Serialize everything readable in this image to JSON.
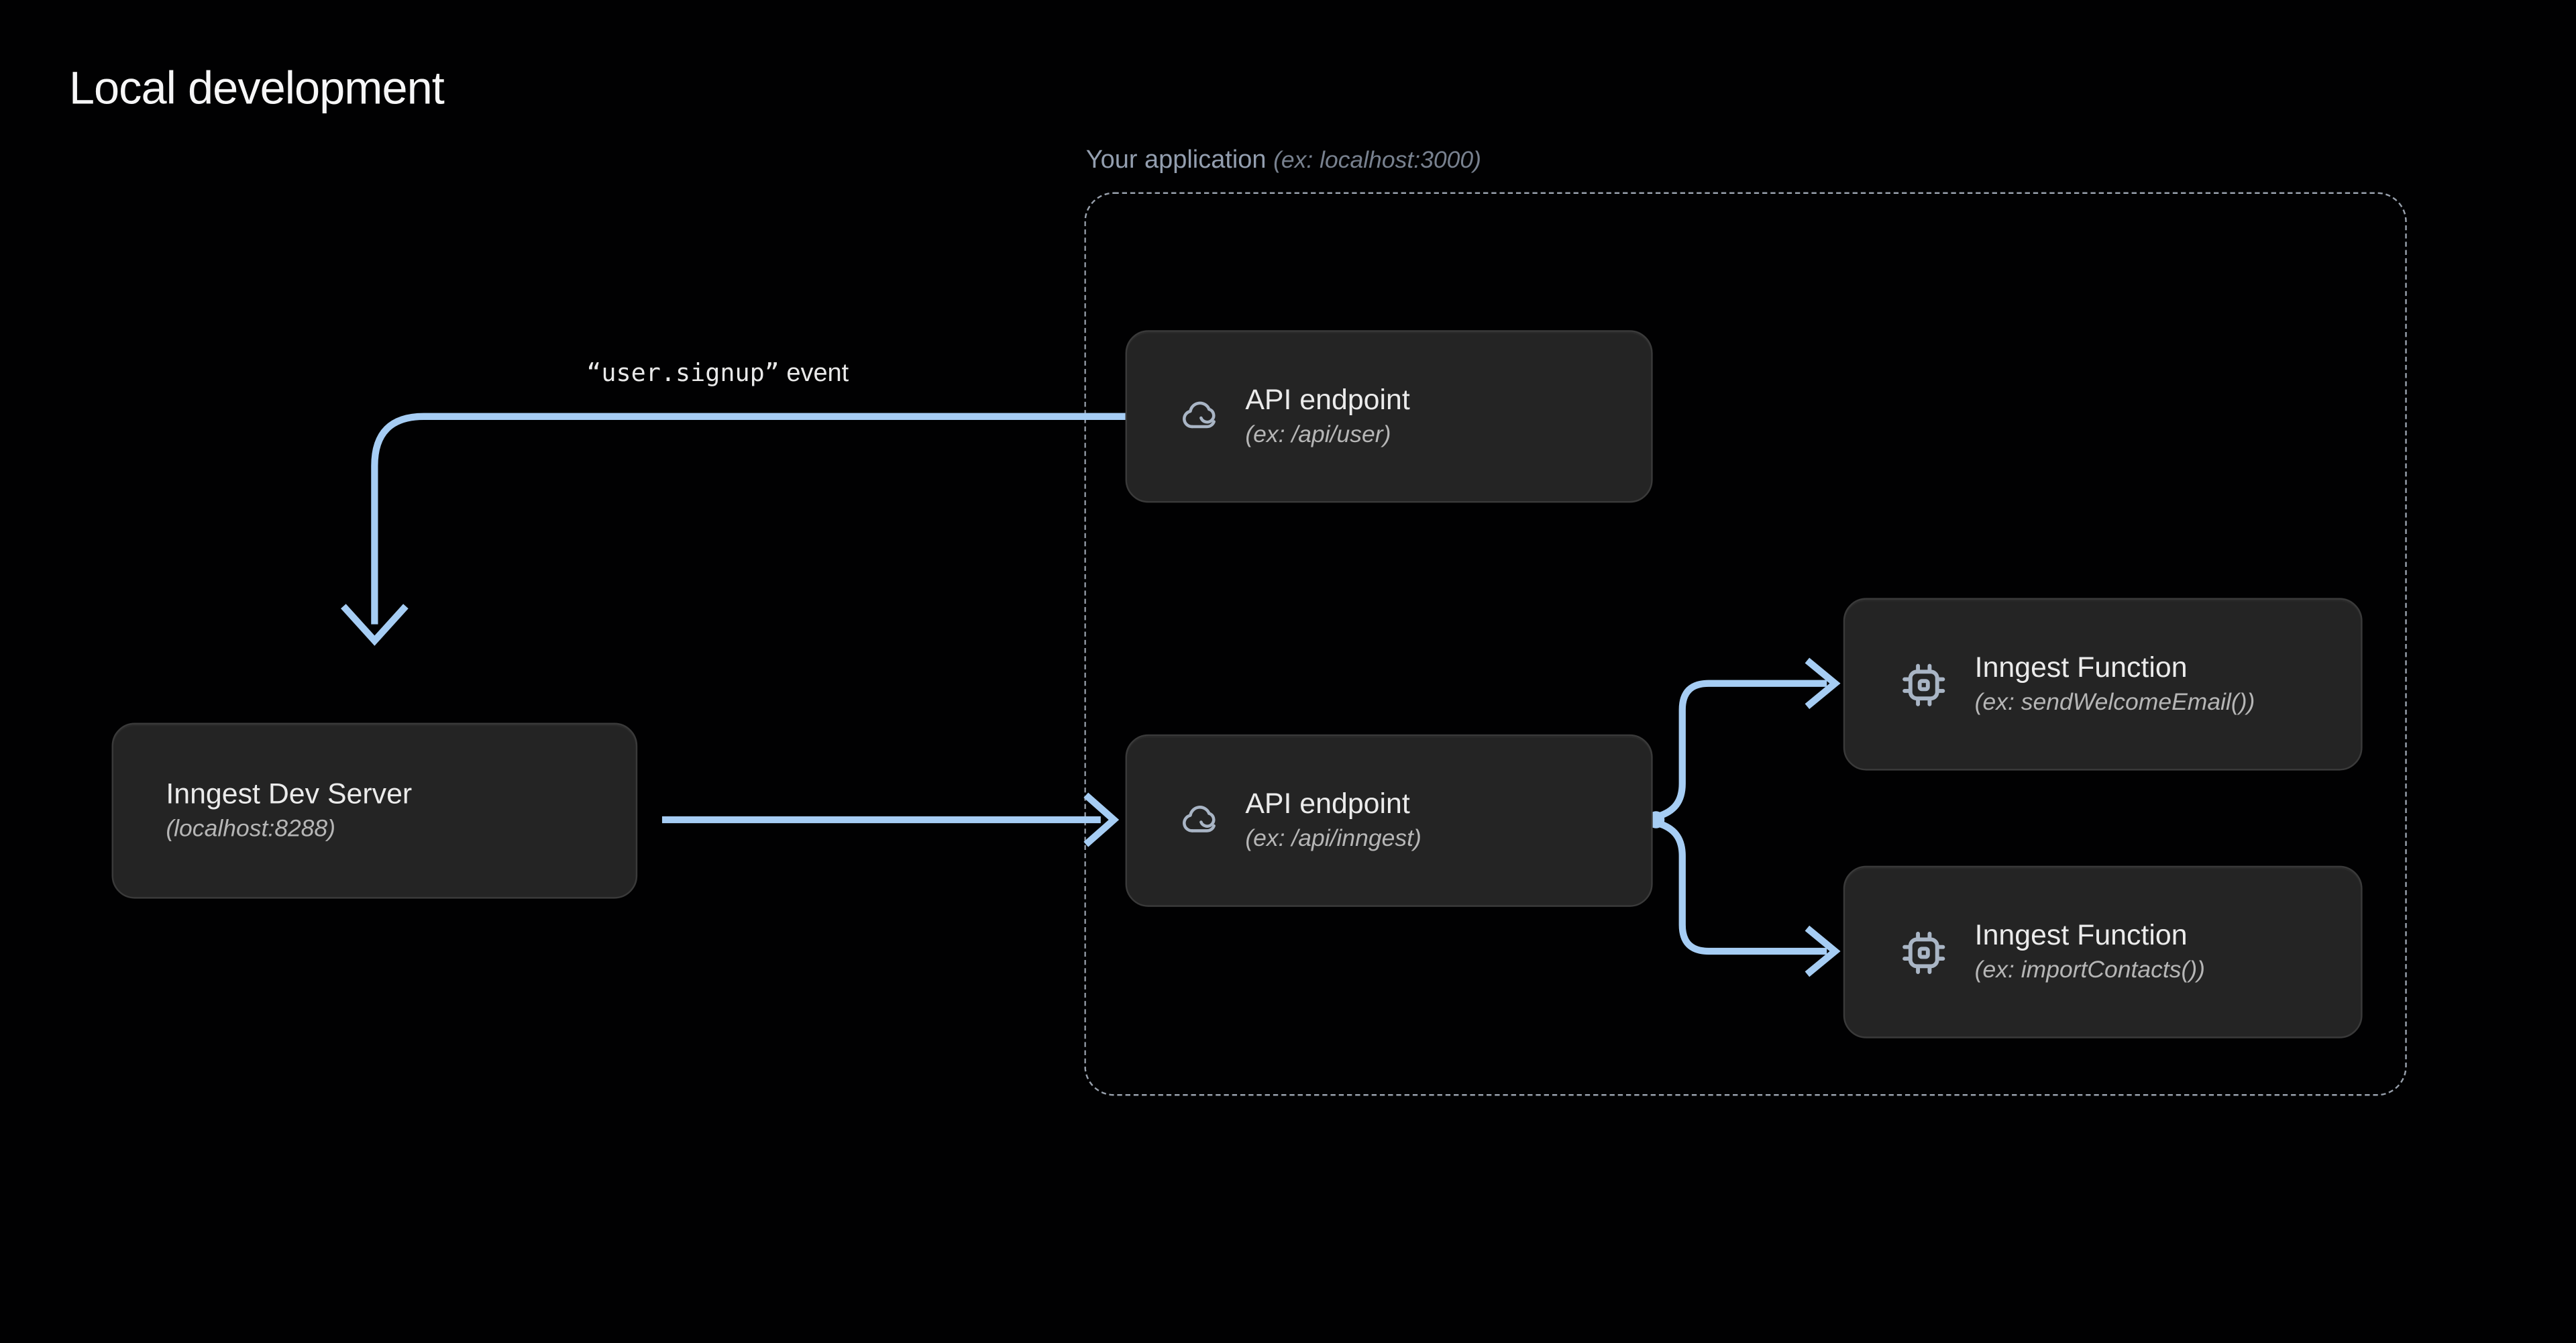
{
  "page": {
    "title": "Local development"
  },
  "application_container": {
    "label": "Your application",
    "hint": "(ex: localhost:3000)"
  },
  "nodes": {
    "dev_server": {
      "title": "Inngest Dev Server",
      "subtitle": "(localhost:8288)"
    },
    "api_user": {
      "title": "API endpoint",
      "subtitle": "(ex: /api/user)",
      "icon": "cloud-icon"
    },
    "api_inngest": {
      "title": "API endpoint",
      "subtitle": "(ex: /api/inngest)",
      "icon": "cloud-icon"
    },
    "fn_send_welcome_email": {
      "title": "Inngest Function",
      "subtitle": "(ex: sendWelcomeEmail())",
      "icon": "chip-icon"
    },
    "fn_import_contacts": {
      "title": "Inngest Function",
      "subtitle": "(ex: importContacts())",
      "icon": "chip-icon"
    }
  },
  "edge_labels": {
    "user_signup_code": "“user.signup”",
    "user_signup_suffix": " event"
  },
  "colors": {
    "background": "#010102",
    "arrow": "#a6cdf4",
    "node_background": "#242424",
    "node_border": "#3a3a3a",
    "node_title": "#ebebeb",
    "node_subtitle": "#b6b6b6",
    "icon": "#a9b5c5",
    "dashed_border": "#98a0ac",
    "container_label": "#939eaf",
    "page_title": "#f6f6f7"
  }
}
